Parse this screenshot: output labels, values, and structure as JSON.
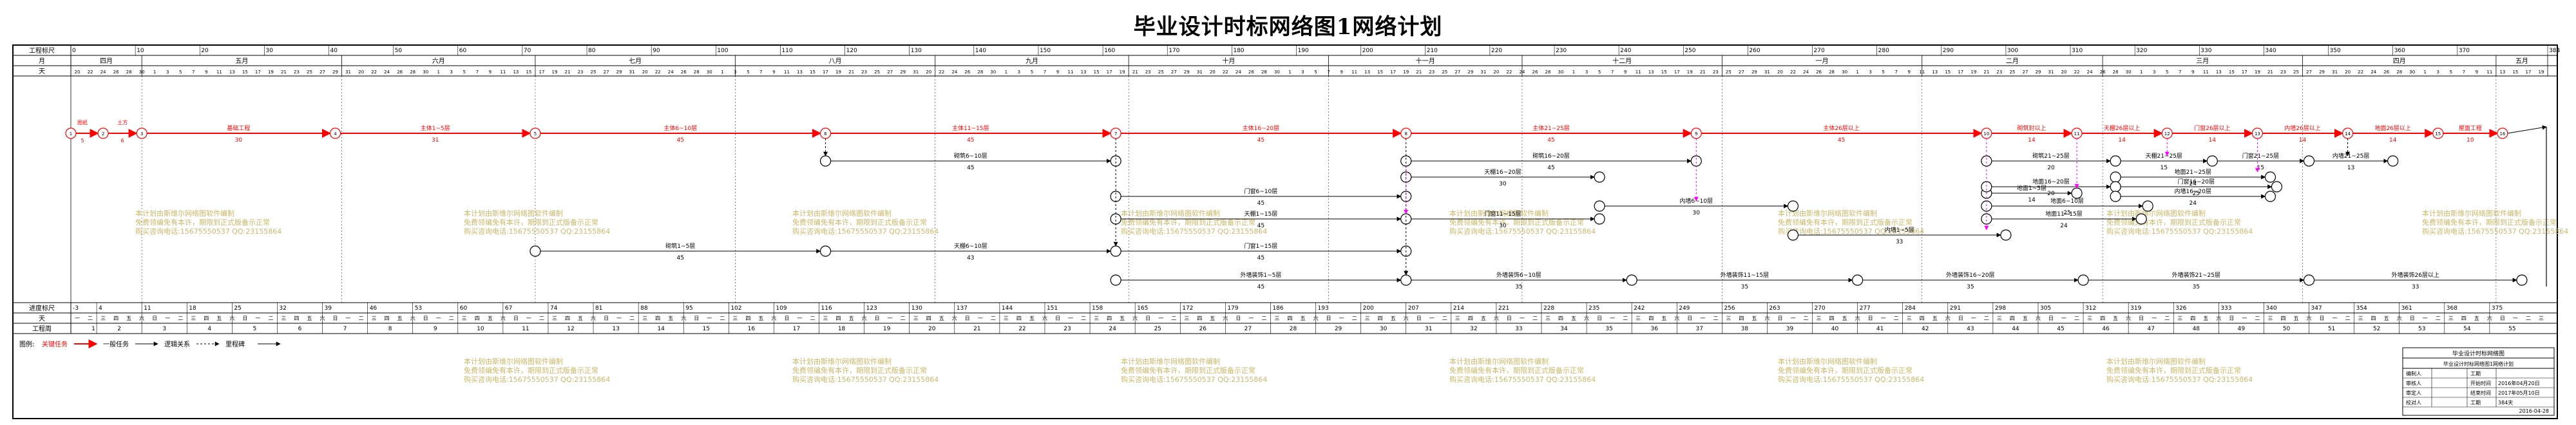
{
  "title": "毕业设计时标网络图1网络计划",
  "header": {
    "row_labels": [
      "工程标尺",
      "月",
      "天"
    ],
    "scale_marks": [
      "0",
      "10",
      "20",
      "30",
      "40",
      "50",
      "60",
      "70",
      "80",
      "90",
      "100",
      "110",
      "120",
      "130",
      "140",
      "150",
      "160",
      "170",
      "180",
      "190",
      "200",
      "210",
      "220",
      "230",
      "240",
      "250",
      "260",
      "270",
      "280",
      "290",
      "300",
      "310",
      "320",
      "330",
      "340",
      "350",
      "360",
      "370",
      "384"
    ],
    "months": [
      "四月",
      "五月",
      "六月",
      "七月",
      "八月",
      "九月",
      "十月",
      "十一月",
      "十二月",
      "一月",
      "二月",
      "三月",
      "四月",
      "五月"
    ],
    "days_sample": [
      "20",
      "22",
      "24",
      "26",
      "28",
      "30",
      "1",
      "3",
      "5",
      "7",
      "9",
      "11",
      "13",
      "15",
      "17",
      "19",
      "21",
      "23",
      "25",
      "27",
      "29",
      "31"
    ]
  },
  "footer": {
    "row_labels": [
      "进度标尺",
      "天",
      "工程周"
    ],
    "week_marks": [
      "-3",
      "4",
      "11",
      "18",
      "25",
      "32",
      "39",
      "46",
      "53",
      "60",
      "67",
      "74",
      "81",
      "88",
      "95",
      "102",
      "109",
      "116",
      "123",
      "130",
      "137",
      "144",
      "151",
      "158",
      "165",
      "172",
      "179",
      "186",
      "193",
      "200",
      "207",
      "214",
      "221",
      "228",
      "235",
      "242",
      "249",
      "256",
      "263",
      "270",
      "277",
      "284",
      "291",
      "298",
      "305",
      "312",
      "319",
      "326",
      "333",
      "340",
      "347",
      "354",
      "361",
      "368",
      "375"
    ],
    "weekdays": [
      "一",
      "二",
      "三",
      "四",
      "五",
      "六",
      "日"
    ],
    "week_numbers": [
      "1",
      "2",
      "3",
      "4",
      "5",
      "6",
      "7",
      "8",
      "9",
      "10",
      "11",
      "12",
      "13",
      "14",
      "15",
      "16",
      "17",
      "18",
      "19",
      "20",
      "21",
      "22",
      "23",
      "24",
      "25",
      "26",
      "27",
      "28",
      "29",
      "30",
      "31",
      "32",
      "33",
      "34",
      "35",
      "36",
      "37",
      "38",
      "39",
      "40",
      "41",
      "42",
      "43",
      "44",
      "45",
      "46",
      "47",
      "48",
      "49",
      "50",
      "51",
      "52",
      "53",
      "54",
      "55"
    ]
  },
  "legend": {
    "label": "图例:",
    "items": [
      "关键任务",
      "一般任务",
      "逻辑关系",
      "里程碑"
    ]
  },
  "watermark": {
    "lines": [
      "本计划由斯维尔网络图软件编制",
      "免费领编免有本许，期限到正式版备示正常",
      "购买咨询电话:15675550537 QQ:23155864"
    ]
  },
  "info_table": {
    "header": "毕业设计时标网络图",
    "subheader": "毕业设计时标网络图1网络计划",
    "rows": [
      {
        "label": "编制人",
        "value": "",
        "label2": "工期",
        "value2": ""
      },
      {
        "label": "审核人",
        "value": "",
        "label2": "开始时间",
        "value2": "2016年04月20日"
      },
      {
        "label": "审定人",
        "value": "",
        "label2": "结束时间",
        "value2": "2017年05月10日"
      },
      {
        "label": "校对人",
        "value": "",
        "label2": "工期",
        "value2": "384天"
      }
    ],
    "date": "2016-04-28"
  },
  "network": {
    "critical": [
      {
        "name": "图纸",
        "duration": "5"
      },
      {
        "name": "土方",
        "duration": "6"
      },
      {
        "name": "基础工程",
        "duration": "30"
      },
      {
        "name": "主体1~5层",
        "duration": "31"
      },
      {
        "name": "主体6~10层",
        "duration": "45"
      },
      {
        "name": "主体11~15层",
        "duration": "45"
      },
      {
        "name": "主体16~20层",
        "duration": "45"
      },
      {
        "name": "主体21~25层",
        "duration": "45"
      },
      {
        "name": "主体26层以上",
        "duration": "45"
      },
      {
        "name": "砌筑封以上",
        "duration": "14"
      },
      {
        "name": "天棚26层以上",
        "duration": "14"
      },
      {
        "name": "门窗26层以上",
        "duration": "14"
      },
      {
        "name": "内墙26层以上",
        "duration": "14"
      },
      {
        "name": "地面26层以上",
        "duration": "14"
      },
      {
        "name": "屋面工程",
        "duration": "10"
      }
    ],
    "general": [
      {
        "name": "砌筑6~10层",
        "duration": "45"
      },
      {
        "name": "砌筑16~20层",
        "duration": "45"
      },
      {
        "name": "砌筑21~25层",
        "duration": "20"
      },
      {
        "name": "天棚21~25层",
        "duration": "15"
      },
      {
        "name": "门窗21~25层",
        "duration": "15"
      },
      {
        "name": "内墙21~25层",
        "duration": "13"
      },
      {
        "name": "天棚16~20层",
        "duration": "30"
      },
      {
        "name": "天棚1~15层",
        "duration": "45"
      },
      {
        "name": "门窗6~10层",
        "duration": "45"
      },
      {
        "name": "门窗1~15层",
        "duration": "45"
      },
      {
        "name": "外墙装饰1~5层",
        "duration": "45"
      },
      {
        "name": "外墙装饰6~10层",
        "duration": "35"
      },
      {
        "name": "外墙装饰11~15层",
        "duration": "35"
      },
      {
        "name": "外墙装饰16~20层",
        "duration": "35"
      },
      {
        "name": "外墙装饰21~25层",
        "duration": "35"
      },
      {
        "name": "外墙装饰26层以上",
        "duration": "33"
      },
      {
        "name": "地面1~5层",
        "duration": "14"
      },
      {
        "name": "地面21~25层",
        "duration": "24"
      },
      {
        "name": "地面16~20层",
        "duration": "20"
      },
      {
        "name": "门窗16~20层",
        "duration": "25"
      },
      {
        "name": "内墙16~20层",
        "duration": "24"
      },
      {
        "name": "内墙1~5层",
        "duration": "33"
      },
      {
        "name": "砌筑1~5层",
        "duration": "45"
      },
      {
        "name": "天棚6~10层",
        "duration": "43"
      },
      {
        "name": "门窗11~15层",
        "duration": "30"
      },
      {
        "name": "内墙6~10层",
        "duration": "30"
      },
      {
        "name": "地面6~10层",
        "duration": "25"
      },
      {
        "name": "地面11~15层",
        "duration": "24"
      }
    ]
  }
}
